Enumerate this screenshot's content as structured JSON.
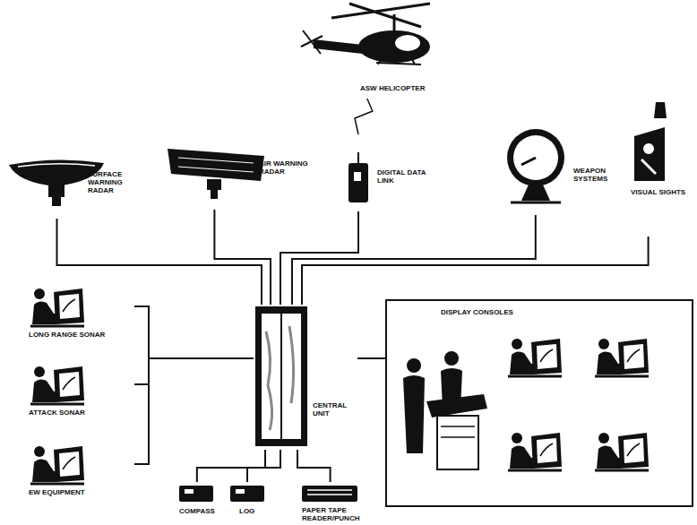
{
  "diagram": {
    "nodes": [
      {
        "text": [
          "ASW HELICOPTER"
        ]
      },
      {
        "text": [
          "SURFACE WARNING RADAR"
        ]
      },
      {
        "text": [
          "AIR WARNING RADAR"
        ]
      },
      {
        "text": [
          "DIGITAL DATA LINK"
        ]
      },
      {
        "text": [
          "WEAPON SYSTEMS"
        ]
      },
      {
        "text": [
          "VISUAL SIGHTS"
        ]
      },
      {
        "text": [
          "LONG RANGE SONAR"
        ]
      },
      {
        "text": [
          "CENTRAL UNIT"
        ]
      },
      {
        "text": [
          "DISPLAY CONSOLES"
        ]
      },
      {
        "text": [
          "ATTACK SONAR"
        ]
      },
      {
        "text": [
          "EW EQUIPMENT"
        ]
      },
      {
        "text": [
          "COMPASS"
        ]
      },
      {
        "text": [
          "LOG"
        ]
      },
      {
        "text": [
          "PAPER TAPE READER/PUNCH"
        ]
      }
    ],
    "edges": [
      {
        "from": 0,
        "to": 3,
        "arrow": "none"
      },
      {
        "from": 1,
        "to": 7,
        "arrow": "none"
      },
      {
        "from": 2,
        "to": 7,
        "arrow": "none"
      },
      {
        "from": 3,
        "to": 7,
        "arrow": "none"
      },
      {
        "from": 4,
        "to": 7,
        "arrow": "none"
      },
      {
        "from": 5,
        "to": 7,
        "arrow": "none"
      },
      {
        "from": 6,
        "to": 7,
        "arrow": "none"
      },
      {
        "from": 9,
        "to": 7,
        "arrow": "none"
      },
      {
        "from": 10,
        "to": 7,
        "arrow": "none"
      },
      {
        "from": 7,
        "to": 8,
        "arrow": "none"
      },
      {
        "from": 11,
        "to": 7,
        "arrow": "none"
      },
      {
        "from": 12,
        "to": 7,
        "arrow": "none"
      },
      {
        "from": 13,
        "to": 7,
        "arrow": "none"
      }
    ]
  }
}
